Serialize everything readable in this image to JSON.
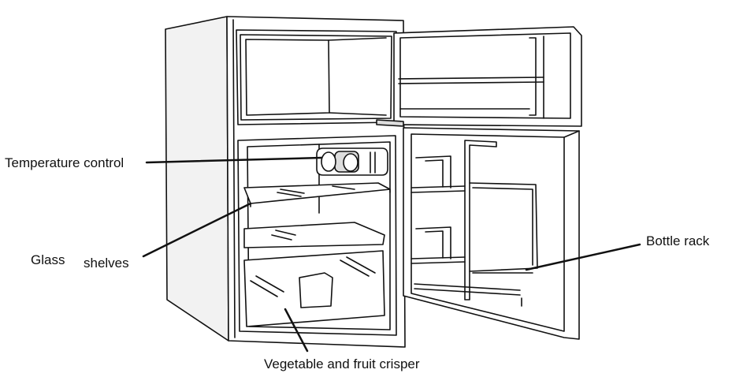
{
  "labels": {
    "temperature_control": "Temperature control",
    "glass_word": "Glass",
    "shelves_word": "shelves",
    "bottle_rack": "Bottle rack",
    "crisper": "Vegetable and fruit crisper"
  },
  "colors": {
    "line": "#111111",
    "background": "#ffffff",
    "side_shade": "#f2f2f2"
  }
}
